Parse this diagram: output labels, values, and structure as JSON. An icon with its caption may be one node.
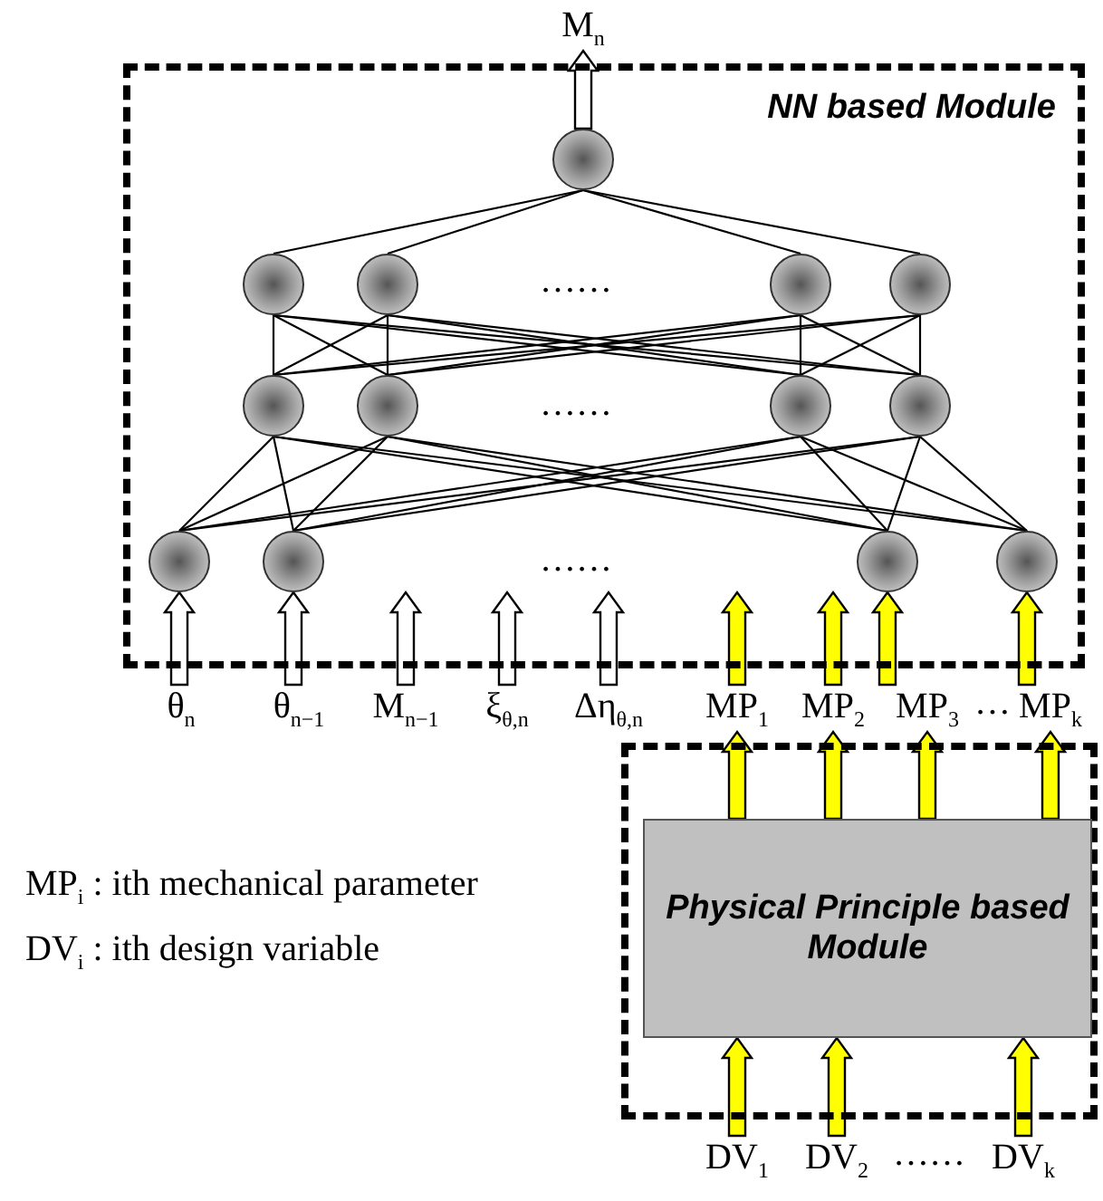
{
  "diagram": {
    "nodes": [
      {
        "text": [
          "NN based Module"
        ]
      },
      {
        "text": [],
        "shape": "circle",
        "in": 0
      },
      {
        "text": [],
        "shape": "circle",
        "in": 0
      },
      {
        "text": [],
        "shape": "circle",
        "in": 0
      },
      {
        "text": [],
        "shape": "circle",
        "in": 0
      },
      {
        "text": [],
        "shape": "circle",
        "in": 0
      },
      {
        "text": [],
        "shape": "circle",
        "in": 0
      },
      {
        "text": [],
        "shape": "circle",
        "in": 0
      },
      {
        "text": [],
        "shape": "circle",
        "in": 0
      },
      {
        "text": [],
        "shape": "circle",
        "in": 0
      },
      {
        "text": [],
        "shape": "circle",
        "in": 0
      },
      {
        "text": [],
        "shape": "circle",
        "in": 0
      },
      {
        "text": [],
        "shape": "circle",
        "in": 0
      },
      {
        "text": [],
        "shape": "circle",
        "in": 0
      },
      {
        "text": [],
        "shape": "box"
      },
      {
        "text": [
          "Physical Principle based Module"
        ],
        "in": 14
      },
      {
        "text": [
          "M$_{n}$"
        ]
      },
      {
        "text": [
          "θ$_{n}$"
        ]
      },
      {
        "text": [
          "θ$_{n−1}$"
        ]
      },
      {
        "text": [
          "M$_{n−1}$"
        ]
      },
      {
        "text": [
          "ξ$_{θ,n}$"
        ]
      },
      {
        "text": [
          "Δη$_{θ,n}$"
        ]
      },
      {
        "text": [
          "MP$_{1}$"
        ]
      },
      {
        "text": [
          "MP$_{2}$"
        ]
      },
      {
        "text": [
          "MP$_{3}$"
        ]
      },
      {
        "text": [
          "MP$_{k}$"
        ]
      },
      {
        "text": [
          "DV$_{1}$"
        ]
      },
      {
        "text": [
          "DV$_{2}$"
        ]
      },
      {
        "text": [
          "DV$_{k}$"
        ]
      }
    ],
    "edges": [
      {
        "from": 1,
        "to": 2,
        "arrow": "none"
      },
      {
        "from": 1,
        "to": 3,
        "arrow": "none"
      },
      {
        "from": 1,
        "to": 4,
        "arrow": "none"
      },
      {
        "from": 1,
        "to": 5,
        "arrow": "none"
      },
      {
        "from": 2,
        "to": 6,
        "arrow": "none"
      },
      {
        "from": 2,
        "to": 7,
        "arrow": "none"
      },
      {
        "from": 2,
        "to": 8,
        "arrow": "none"
      },
      {
        "from": 2,
        "to": 9,
        "arrow": "none"
      },
      {
        "from": 3,
        "to": 6,
        "arrow": "none"
      },
      {
        "from": 3,
        "to": 7,
        "arrow": "none"
      },
      {
        "from": 3,
        "to": 8,
        "arrow": "none"
      },
      {
        "from": 3,
        "to": 9,
        "arrow": "none"
      },
      {
        "from": 4,
        "to": 6,
        "arrow": "none"
      },
      {
        "from": 4,
        "to": 7,
        "arrow": "none"
      },
      {
        "from": 4,
        "to": 8,
        "arrow": "none"
      },
      {
        "from": 4,
        "to": 9,
        "arrow": "none"
      },
      {
        "from": 5,
        "to": 6,
        "arrow": "none"
      },
      {
        "from": 5,
        "to": 7,
        "arrow": "none"
      },
      {
        "from": 5,
        "to": 8,
        "arrow": "none"
      },
      {
        "from": 5,
        "to": 9,
        "arrow": "none"
      },
      {
        "from": 6,
        "to": 10,
        "arrow": "none"
      },
      {
        "from": 6,
        "to": 11,
        "arrow": "none"
      },
      {
        "from": 6,
        "to": 12,
        "arrow": "none"
      },
      {
        "from": 6,
        "to": 13,
        "arrow": "none"
      },
      {
        "from": 7,
        "to": 10,
        "arrow": "none"
      },
      {
        "from": 7,
        "to": 11,
        "arrow": "none"
      },
      {
        "from": 7,
        "to": 12,
        "arrow": "none"
      },
      {
        "from": 7,
        "to": 13,
        "arrow": "none"
      },
      {
        "from": 8,
        "to": 10,
        "arrow": "none"
      },
      {
        "from": 8,
        "to": 11,
        "arrow": "none"
      },
      {
        "from": 8,
        "to": 12,
        "arrow": "none"
      },
      {
        "from": 8,
        "to": 13,
        "arrow": "none"
      },
      {
        "from": 9,
        "to": 10,
        "arrow": "none"
      },
      {
        "from": 9,
        "to": 11,
        "arrow": "none"
      },
      {
        "from": 9,
        "to": 12,
        "arrow": "none"
      },
      {
        "from": 9,
        "to": 13,
        "arrow": "none"
      },
      {
        "from": 1,
        "to": 16,
        "arrow": "to",
        "style": "thick"
      },
      {
        "from": 17,
        "to": 10,
        "arrow": "to",
        "style": "thick"
      },
      {
        "from": 18,
        "to": 11,
        "arrow": "to",
        "style": "thick"
      },
      {
        "from": 19,
        "to": null,
        "arrow": "to",
        "style": "thick"
      },
      {
        "from": 20,
        "to": null,
        "arrow": "to",
        "style": "thick"
      },
      {
        "from": 21,
        "to": null,
        "arrow": "to",
        "style": "thick"
      },
      {
        "from": 22,
        "to": null,
        "arrow": "to",
        "style": "thick",
        "color": "#ffff00"
      },
      {
        "from": 23,
        "to": null,
        "arrow": "to",
        "style": "thick",
        "color": "#ffff00"
      },
      {
        "from": 24,
        "to": 12,
        "arrow": "to",
        "style": "thick",
        "color": "#ffff00"
      },
      {
        "from": 25,
        "to": 13,
        "arrow": "to",
        "style": "thick",
        "color": "#ffff00"
      },
      {
        "from": 15,
        "to": 22,
        "arrow": "to",
        "style": "thick",
        "color": "#ffff00"
      },
      {
        "from": 15,
        "to": 23,
        "arrow": "to",
        "style": "thick",
        "color": "#ffff00"
      },
      {
        "from": 15,
        "to": 24,
        "arrow": "to",
        "style": "thick",
        "color": "#ffff00"
      },
      {
        "from": 15,
        "to": 25,
        "arrow": "to",
        "style": "thick",
        "color": "#ffff00"
      },
      {
        "from": 26,
        "to": 15,
        "arrow": "to",
        "style": "thick",
        "color": "#ffff00"
      },
      {
        "from": 27,
        "to": 15,
        "arrow": "to",
        "style": "thick",
        "color": "#ffff00"
      },
      {
        "from": 28,
        "to": 15,
        "arrow": "to",
        "style": "thick",
        "color": "#ffff00"
      }
    ],
    "labels": [
      "……",
      "……",
      "……",
      "…",
      "MP$_{i}$ : ith mechanical parameter",
      "DV$_{i}$ : ith design variable",
      "……"
    ]
  }
}
